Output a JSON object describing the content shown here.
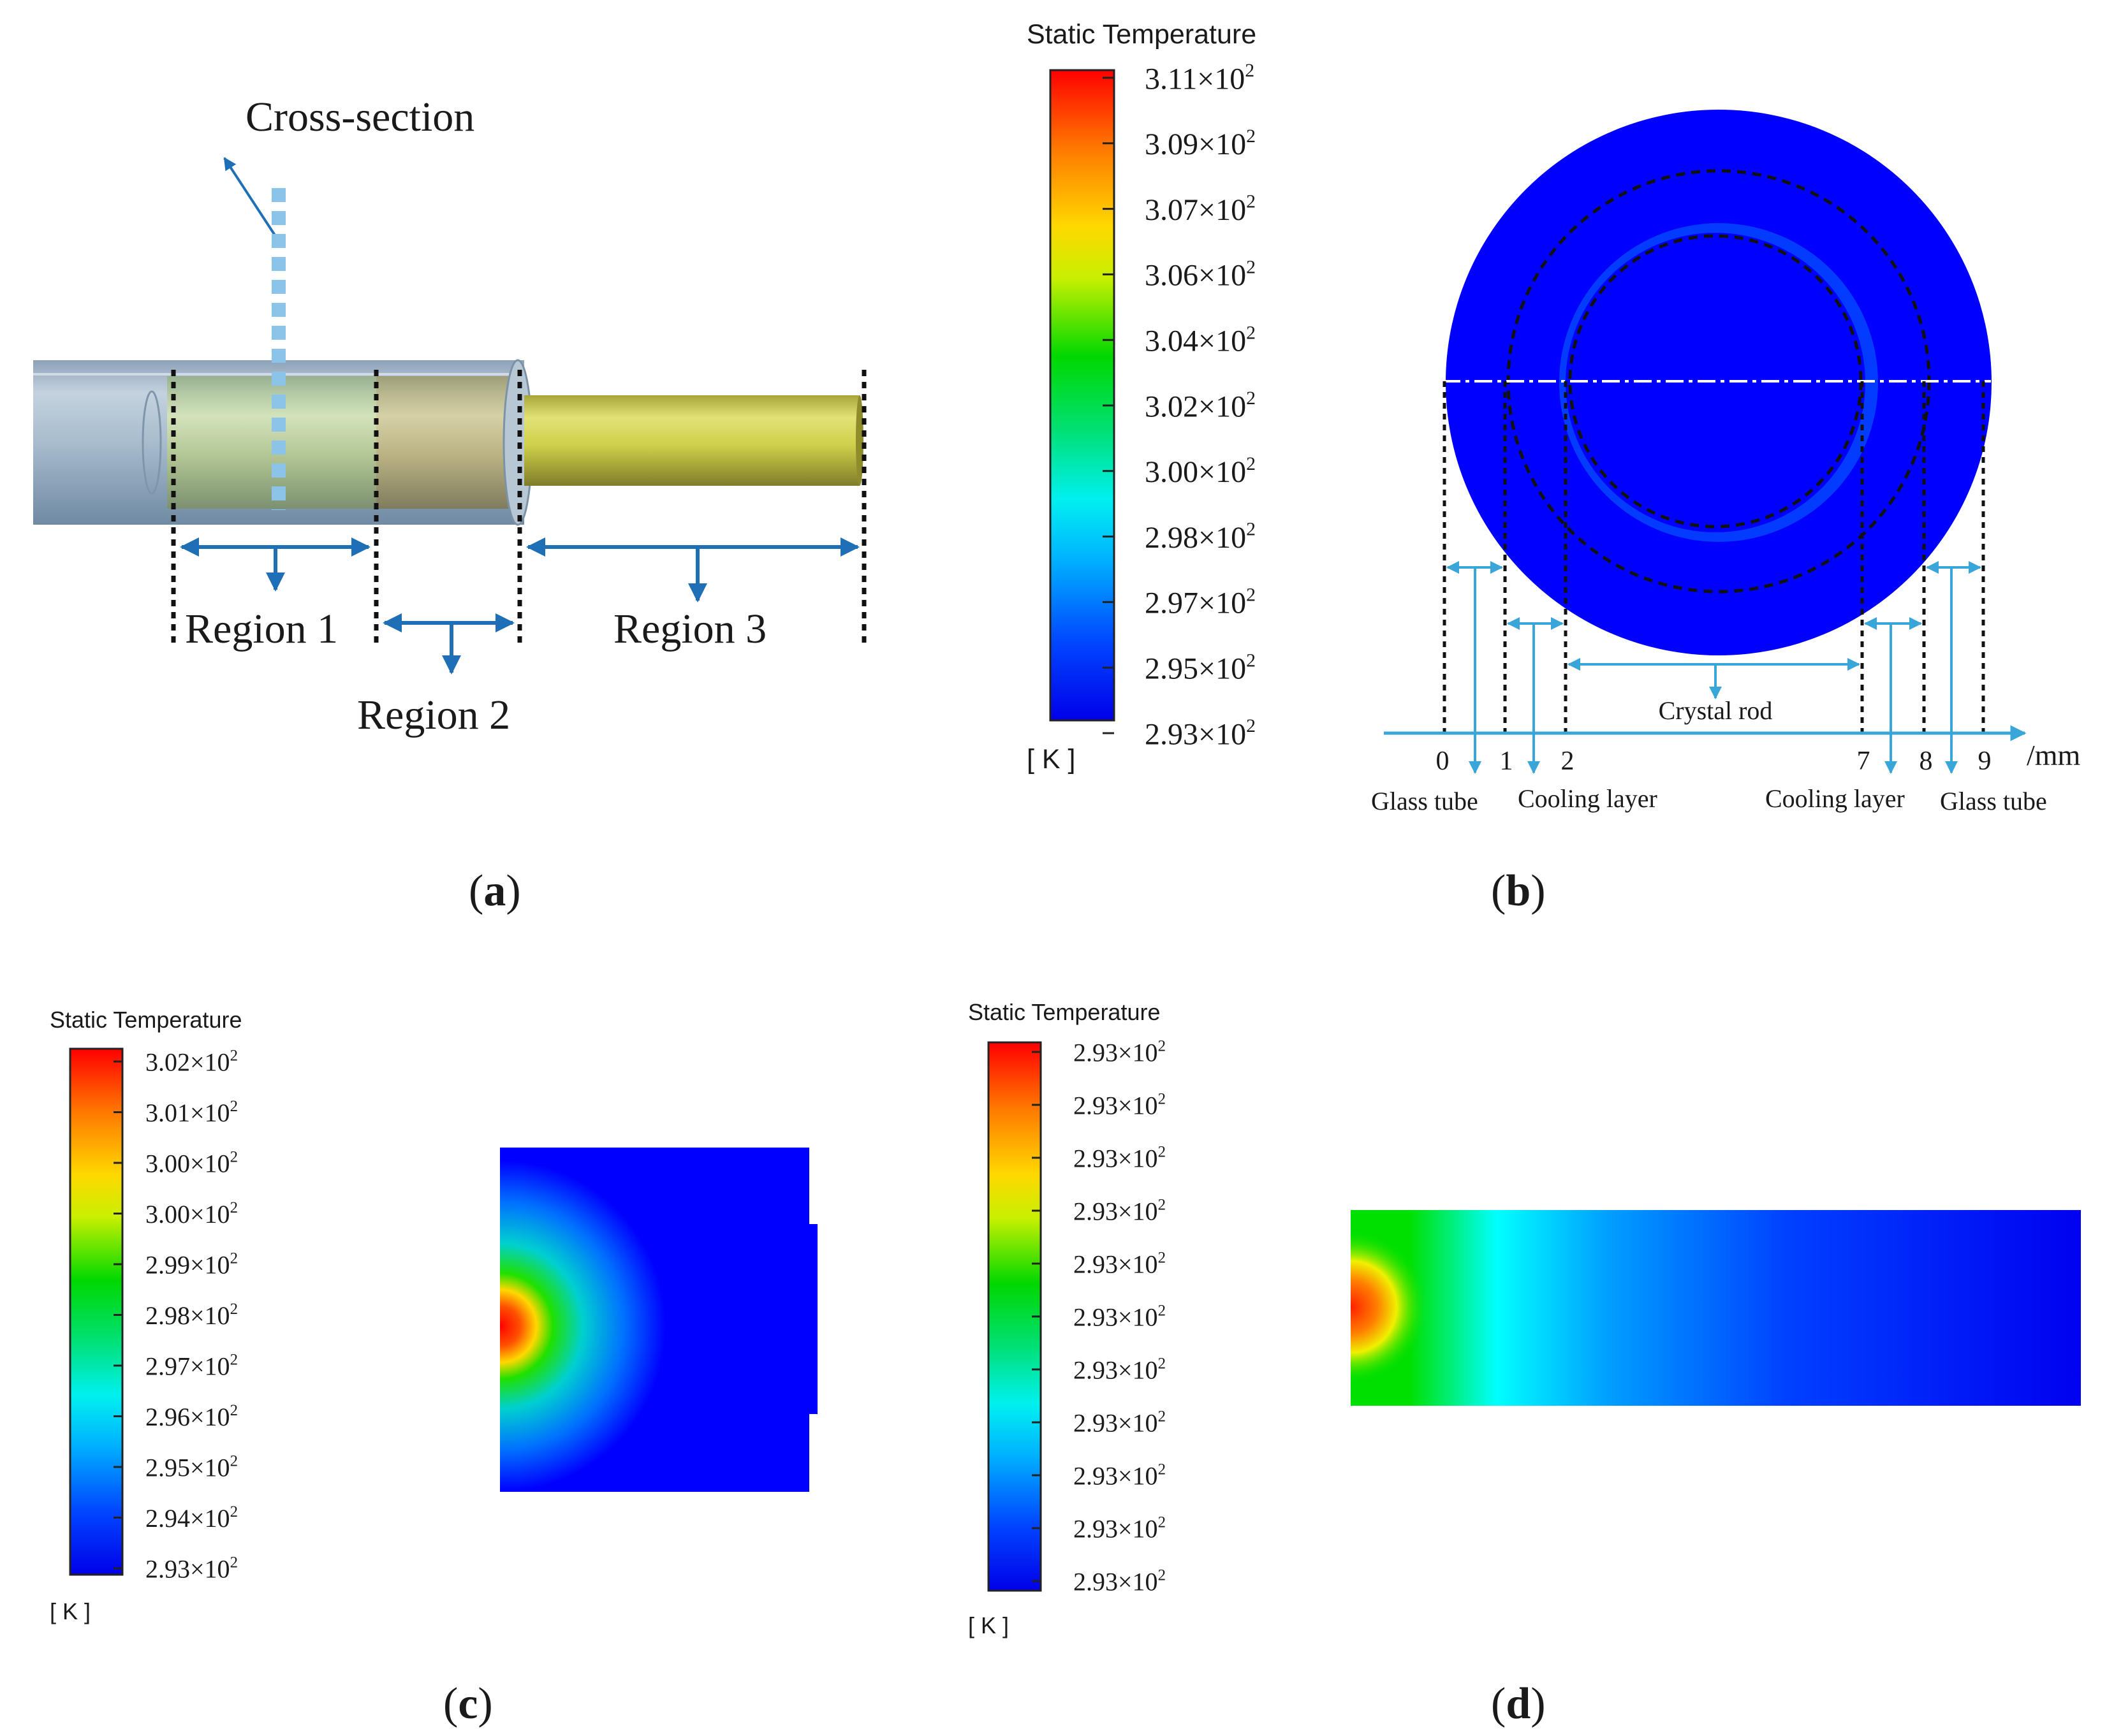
{
  "panels": {
    "a": {
      "caption": "a",
      "cross_section_label": "Cross-section",
      "region_labels": [
        "Region 1",
        "Region 2",
        "Region 3"
      ]
    },
    "b": {
      "caption": "b",
      "colorbar": {
        "title": "Static Temperature",
        "unit": "[ K ]",
        "tick_mantissas": [
          "3.11",
          "3.09",
          "3.07",
          "3.06",
          "3.04",
          "3.02",
          "3.00",
          "2.98",
          "2.97",
          "2.95",
          "2.93"
        ]
      },
      "axis": {
        "unit": "/mm",
        "ticks": [
          "0",
          "1",
          "2",
          "7",
          "8",
          "9"
        ]
      },
      "layer_labels": [
        "Glass tube",
        "Cooling layer",
        "Cooling layer",
        "Glass tube"
      ],
      "center_label": "Crystal rod"
    },
    "c": {
      "caption": "c",
      "colorbar": {
        "title": "Static Temperature",
        "unit": "[ K ]",
        "tick_mantissas": [
          "3.02",
          "3.01",
          "3.00",
          "3.00",
          "2.99",
          "2.98",
          "2.97",
          "2.96",
          "2.95",
          "2.94",
          "2.93"
        ]
      }
    },
    "d": {
      "caption": "d",
      "colorbar": {
        "title": "Static Temperature",
        "unit": "[ K ]",
        "tick_mantissas": [
          "2.93",
          "2.93",
          "2.93",
          "2.93",
          "2.93",
          "2.93",
          "2.93",
          "2.93",
          "2.93",
          "2.93",
          "2.93"
        ]
      }
    }
  },
  "colors": {
    "arrow_dark": "#1f6fb7",
    "arrow_light": "#38a6d8",
    "cross_section_line": "#8cc3e8",
    "rod_yellow": "#cfd04a",
    "tube_gray": "#9fb4c8"
  }
}
